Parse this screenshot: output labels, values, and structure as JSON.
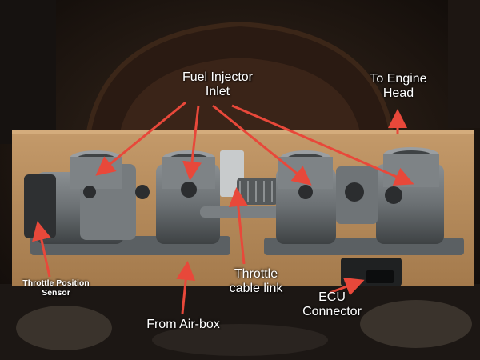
{
  "image": {
    "subject": "motorcycle throttle body assembly on cardboard",
    "annotation_color": "#e8483a"
  },
  "labels": {
    "fuel_injector_inlet": {
      "line1": "Fuel Injector",
      "line2": "Inlet"
    },
    "to_engine_head": {
      "line1": "To Engine",
      "line2": "Head"
    },
    "throttle_position_sensor": {
      "line1": "Throttle Position",
      "line2": "Sensor"
    },
    "from_air_box": {
      "line1": "From Air-box"
    },
    "throttle_cable_link": {
      "line1": "Throttle",
      "line2": "cable link"
    },
    "ecu_connector": {
      "line1": "ECU",
      "line2": "Connector"
    }
  }
}
